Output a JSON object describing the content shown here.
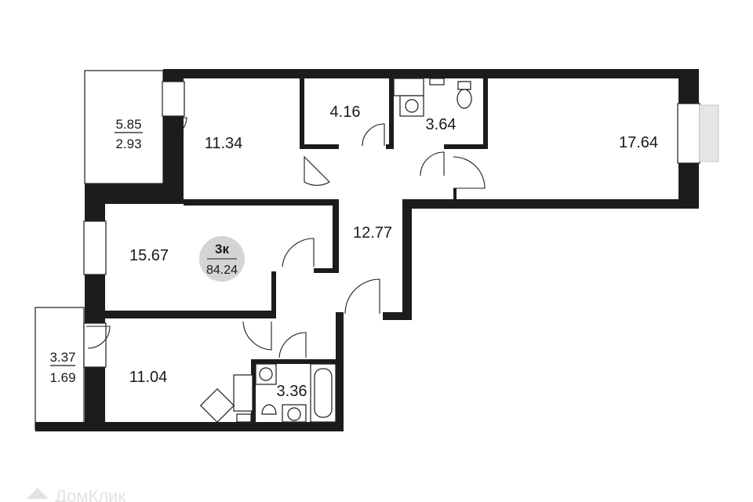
{
  "apartment": {
    "type_label": "3к",
    "total_area": "84.24"
  },
  "rooms": {
    "balcony_top": {
      "area_full": "5.85",
      "area_reduced": "2.93"
    },
    "room_top_left": {
      "area": "11.34"
    },
    "storage": {
      "area": "4.16"
    },
    "bathroom_top": {
      "area": "3.64"
    },
    "room_right": {
      "area": "17.64"
    },
    "room_middle": {
      "area": "15.67"
    },
    "hall": {
      "area": "12.77"
    },
    "balcony_bottom": {
      "area_full": "3.37",
      "area_reduced": "1.69"
    },
    "room_bottom": {
      "area": "11.04"
    },
    "bathroom_bottom": {
      "area": "3.36"
    }
  },
  "watermark": {
    "text": "ДомКлик"
  }
}
